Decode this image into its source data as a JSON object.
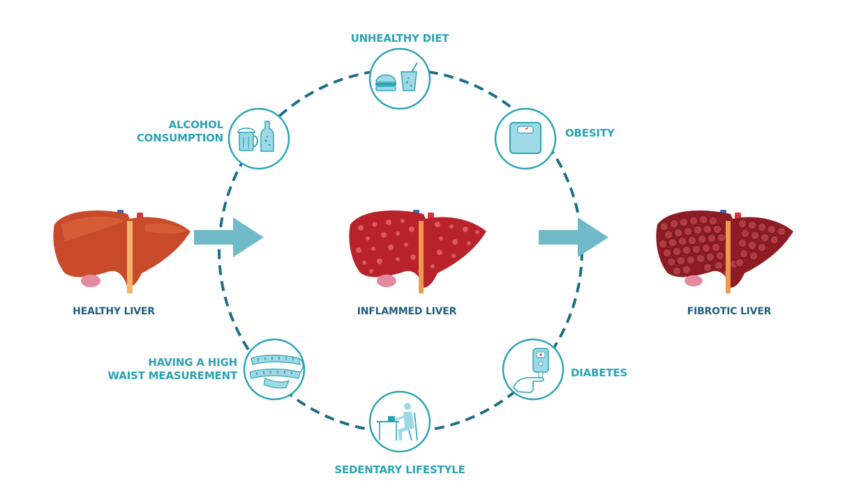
{
  "colors": {
    "teal": "#2aa3b5",
    "navy": "#1f5f80",
    "dash": "#1e6e86",
    "arrow": "#6fb9c9",
    "icon_light": "#9fd9e6",
    "healthy_liver": "#c94a2a",
    "inflamed_liver": "#b8232b",
    "fibrotic_liver": "#8e1c24"
  },
  "risk_factors": {
    "unhealthy_diet": {
      "label": "UNHEALTHY DIET",
      "icon": "burger-and-drink-icon"
    },
    "alcohol": {
      "line1": "ALCOHOL",
      "line2": "CONSUMPTION",
      "icon": "beer-and-bottle-icon"
    },
    "obesity": {
      "label": "OBESITY",
      "icon": "weighing-scale-icon"
    },
    "waist": {
      "line1": "HAVING A HIGH",
      "line2": "WAIST MEASUREMENT",
      "icon": "measuring-tape-icon"
    },
    "diabetes": {
      "label": "DIABETES",
      "icon": "glucose-meter-icon"
    },
    "sedentary": {
      "label": "SEDENTARY LIFESTYLE",
      "icon": "person-at-desk-icon"
    }
  },
  "stages": {
    "healthy": "HEALTHY LIVER",
    "inflamed": "INFLAMMED LIVER",
    "fibrotic": "FIBROTIC LIVER"
  }
}
